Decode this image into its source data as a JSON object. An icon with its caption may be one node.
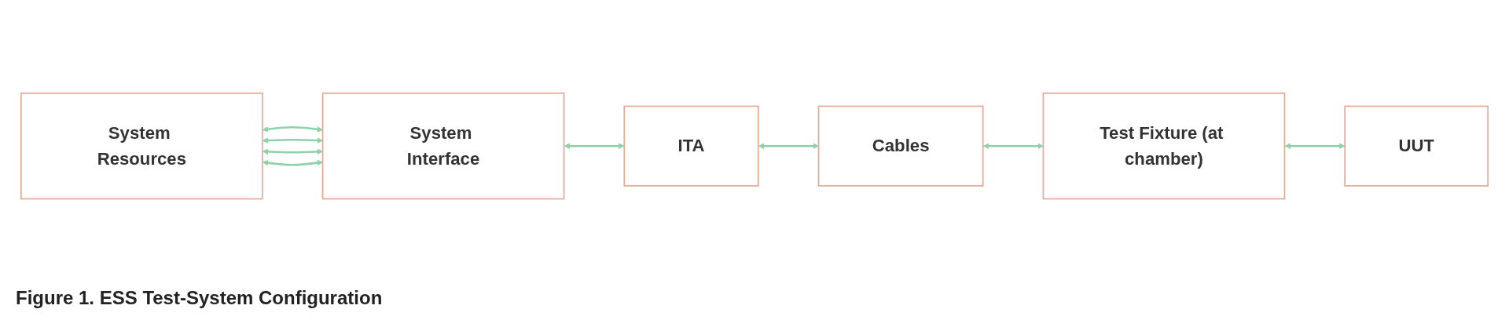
{
  "diagram": {
    "caption": "Figure 1. ESS Test-System Configuration",
    "nodes": [
      {
        "text": [
          "System Resources"
        ]
      },
      {
        "text": [
          "System Interface"
        ]
      },
      {
        "text": [
          "ITA"
        ]
      },
      {
        "text": [
          "Cables"
        ]
      },
      {
        "text": [
          "Test Fixture (at chamber)"
        ]
      },
      {
        "text": [
          "UUT"
        ]
      }
    ],
    "edges": [
      {
        "from": 0,
        "to": 1,
        "arrow": "both"
      },
      {
        "from": 0,
        "to": 1,
        "arrow": "both"
      },
      {
        "from": 0,
        "to": 1,
        "arrow": "both"
      },
      {
        "from": 0,
        "to": 1,
        "arrow": "both"
      },
      {
        "from": 1,
        "to": 2,
        "arrow": "both"
      },
      {
        "from": 2,
        "to": 3,
        "arrow": "both"
      },
      {
        "from": 3,
        "to": 4,
        "arrow": "both"
      },
      {
        "from": 4,
        "to": 5,
        "arrow": "both"
      }
    ]
  }
}
